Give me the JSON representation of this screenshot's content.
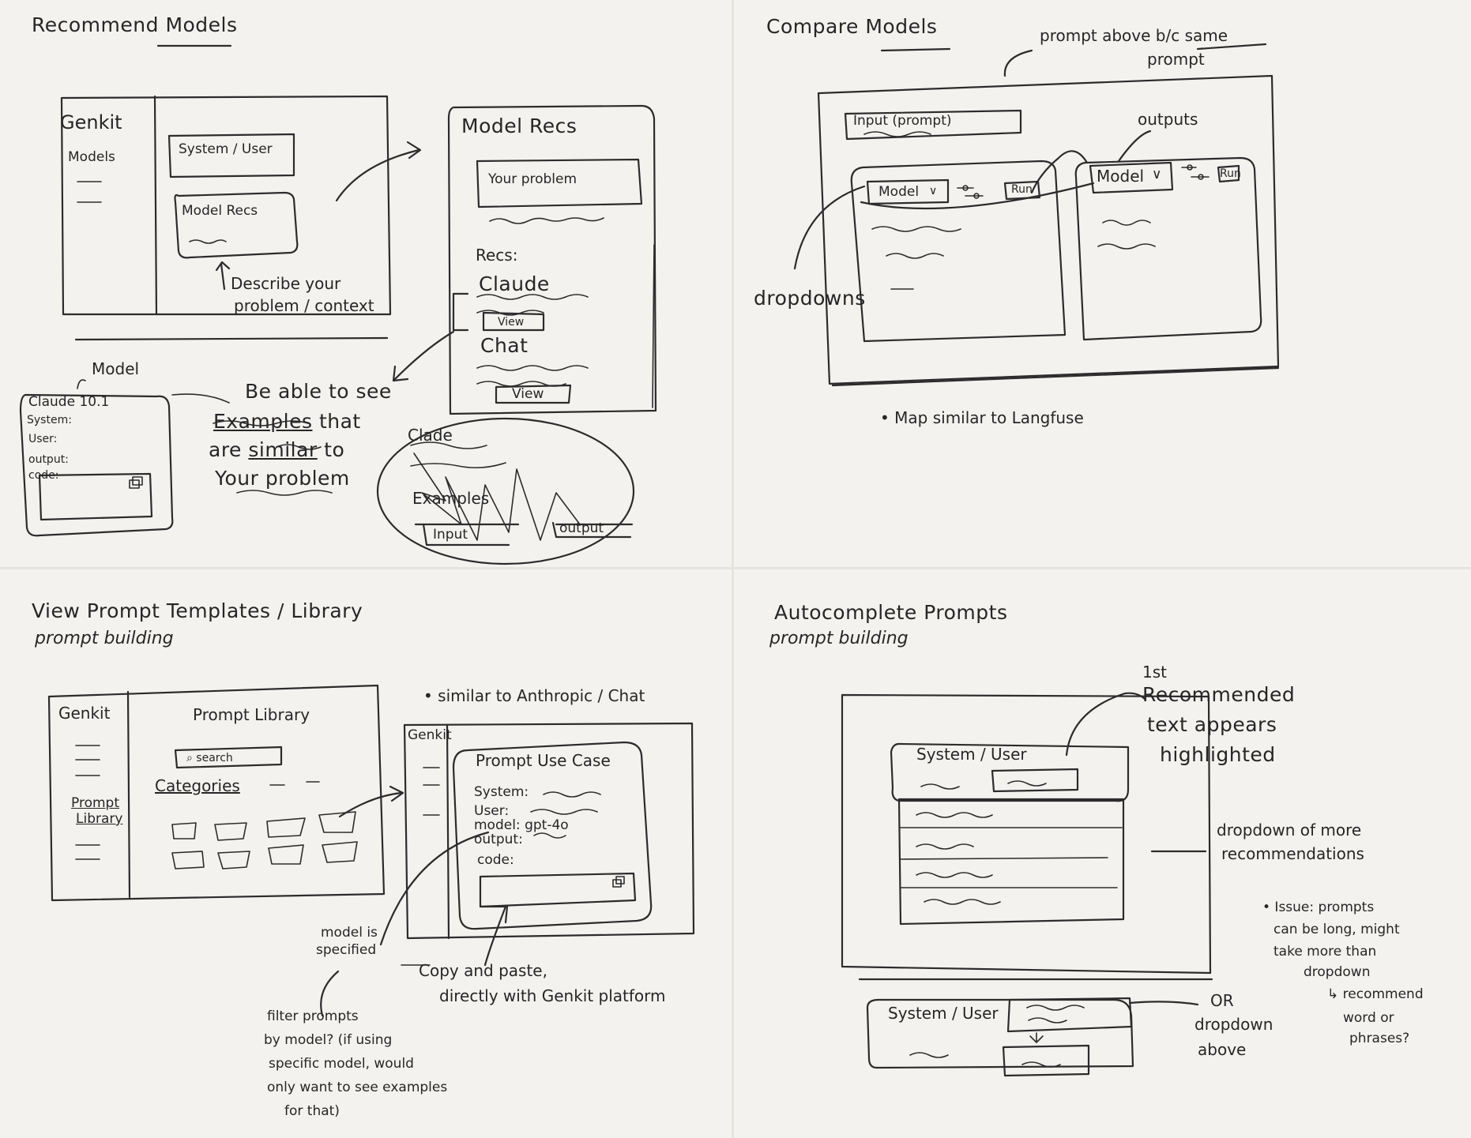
{
  "quadrants": {
    "recommend": {
      "title_a": "Recommend",
      "title_b": "Models",
      "main_frame": {
        "brand": "Genkit",
        "nav_item": "Models",
        "system_box": "System / User",
        "recs_box": "Model Recs"
      },
      "describe_note": [
        "Describe your",
        "problem / context"
      ],
      "panel": {
        "title": "Model Recs",
        "problem_box": "Your problem",
        "recs_label": "Recs:",
        "rec1": "Claude",
        "rec1_btn": "View",
        "rec2": "Chat",
        "rec2_btn": "View"
      },
      "model_card": {
        "title": "Model",
        "selected": "Claude 10.1",
        "system": "System:",
        "user": "User:",
        "output": "output:",
        "code": "code:"
      },
      "see_note": {
        "prefix": "Be able to see",
        "examples": "Examples",
        "that": "that",
        "are": "are",
        "similar": "similar",
        "to": "to",
        "your_problem": "Your problem"
      },
      "scribble": {
        "claude": "Clade",
        "examples": "Examples",
        "input": "Input",
        "output": "output"
      }
    },
    "compare": {
      "title_a": "Compare",
      "title_b": "Models",
      "prompt_note": [
        "prompt above b/c same",
        "prompt"
      ],
      "input_box": "Input (prompt)",
      "outputs_note": "outputs",
      "left_model": "Model",
      "left_run": "Run",
      "right_model": "Model",
      "right_run": "Run",
      "dropdowns_note": "dropdowns",
      "bullet": "• Map similar to Langfuse"
    },
    "library": {
      "title": "View Prompt Templates / Library",
      "subtitle": "prompt building",
      "frame": {
        "brand": "Genkit",
        "heading": "Prompt Library",
        "search": "search",
        "categories": "Categories",
        "nav_item_a": "Prompt",
        "nav_item_b": "Library"
      },
      "bullet": "• similar to Anthropic / Chat",
      "detail": {
        "brand": "Genkit",
        "title": "Prompt Use Case",
        "system": "System:",
        "user": "User:",
        "model": "model: gpt-4o",
        "output": "output:",
        "code": "code:"
      },
      "model_note": [
        "model is",
        "specified"
      ],
      "copy_note": [
        "Copy and paste,",
        "directly with Genkit platform"
      ],
      "filter_note": [
        "filter prompts",
        "by model? (if using",
        "specific model, would",
        "only want to see examples",
        "for that)"
      ]
    },
    "autocomplete": {
      "title": "Autocomplete Prompts",
      "subtitle": "prompt building",
      "box_top": "System / User",
      "box_bottom": "System / User",
      "recommended_note": [
        "1st",
        "Recommended",
        "text appears",
        "highlighted"
      ],
      "dropdown_note": [
        "dropdown of more",
        "recommendations"
      ],
      "issue_note": [
        "• Issue: prompts",
        "can be long, might",
        "take more than",
        "dropdown"
      ],
      "recommend_note": [
        "↳ recommend",
        "word or",
        "phrases?"
      ],
      "or_note": [
        "OR",
        "dropdown",
        "above"
      ]
    }
  }
}
